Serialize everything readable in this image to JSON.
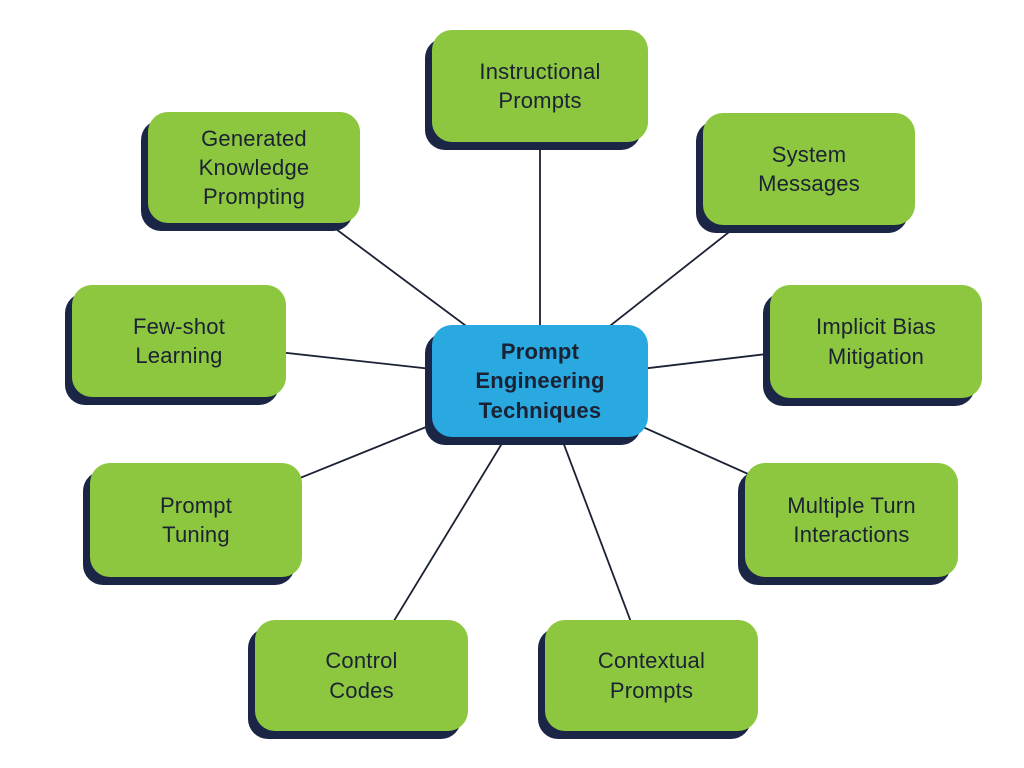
{
  "diagram": {
    "type": "mind-map",
    "center": {
      "id": "prompt-engineering-techniques",
      "label": "Prompt\nEngineering\nTechniques"
    },
    "nodes": [
      {
        "id": "instructional-prompts",
        "label": "Instructional\nPrompts"
      },
      {
        "id": "generated-knowledge-prompting",
        "label": "Generated\nKnowledge\nPrompting"
      },
      {
        "id": "system-messages",
        "label": "System\nMessages"
      },
      {
        "id": "few-shot-learning",
        "label": "Few-shot\nLearning"
      },
      {
        "id": "implicit-bias-mitigation",
        "label": "Implicit Bias\nMitigation"
      },
      {
        "id": "prompt-tuning",
        "label": "Prompt\nTuning"
      },
      {
        "id": "multiple-turn-interactions",
        "label": "Multiple Turn\nInteractions"
      },
      {
        "id": "control-codes",
        "label": "Control\nCodes"
      },
      {
        "id": "contextual-prompts",
        "label": "Contextual\nPrompts"
      }
    ],
    "colors": {
      "node_fill": "#8DC63F",
      "center_fill": "#29A9E0",
      "shadow": "#1B2647",
      "text": "#1B2233",
      "line": "#1B2233",
      "background": "#FFFFFF"
    }
  }
}
